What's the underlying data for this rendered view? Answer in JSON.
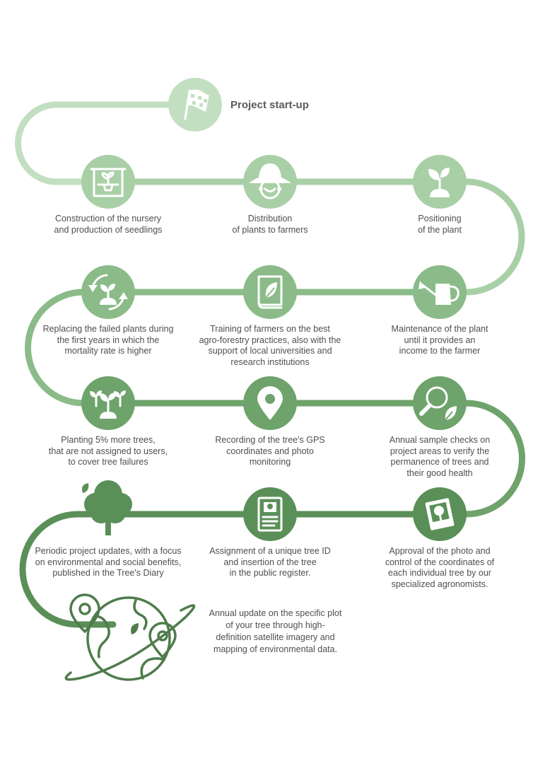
{
  "title": "Project start-up",
  "colors": {
    "row0": "#c3dfc1",
    "row1": "#a9cfa6",
    "row2": "#8bbb88",
    "row3": "#6ea36b",
    "row4": "#5b8f58",
    "dark": "#4e7c4b",
    "text": "#4f4f4f"
  },
  "start": {
    "icon": "checkered-flag-icon"
  },
  "steps": [
    {
      "id": "nursery",
      "icon": "nursery-seedling-icon",
      "label": "Construction of the nursery\nand production of seedlings"
    },
    {
      "id": "distribution",
      "icon": "farmer-hat-icon",
      "label": "Distribution\nof plants to farmers"
    },
    {
      "id": "positioning",
      "icon": "sprout-icon",
      "label": "Positioning\nof the plant"
    },
    {
      "id": "maintenance",
      "icon": "watering-can-icon",
      "label": "Maintenance of the plant\nuntil it provides an\nincome to the farmer"
    },
    {
      "id": "training",
      "icon": "leaf-book-icon",
      "label": "Training of farmers on the best\nagro-forestry practices, also with the\nsupport of local universities and\nresearch institutions"
    },
    {
      "id": "replacing",
      "icon": "replace-plant-arrows-icon",
      "label": "Replacing the failed plants during\nthe first years in which the\nmortality rate is higher"
    },
    {
      "id": "planting-extra",
      "icon": "three-sprouts-icon",
      "label": "Planting 5% more trees,\nthat are not assigned to users,\nto cover tree failures"
    },
    {
      "id": "gps",
      "icon": "location-pin-icon",
      "label": "Recording of the tree's GPS\ncoordinates and photo\nmonitoring"
    },
    {
      "id": "sample-checks",
      "icon": "magnifier-leaf-icon",
      "label": "Annual sample checks on\nproject areas to verify the\npermanence of trees and\ntheir good health"
    },
    {
      "id": "approval",
      "icon": "tree-photo-icon",
      "label": "Approval of the photo and\ncontrol of the coordinates of\neach individual tree by our\nspecialized agronomists."
    },
    {
      "id": "tree-id",
      "icon": "register-document-icon",
      "label": "Assignment of a unique tree ID\nand insertion of the tree\nin the public register."
    },
    {
      "id": "updates",
      "icon": "tree-icon",
      "label": "Periodic project updates, with a focus\non environmental and social benefits,\npublished in the Tree's Diary"
    }
  ],
  "final": {
    "icon": "satellite-globe-icon",
    "label": "Annual update on the specific plot\nof your tree through high-\ndefinition satellite imagery and\nmapping of environmental data."
  }
}
